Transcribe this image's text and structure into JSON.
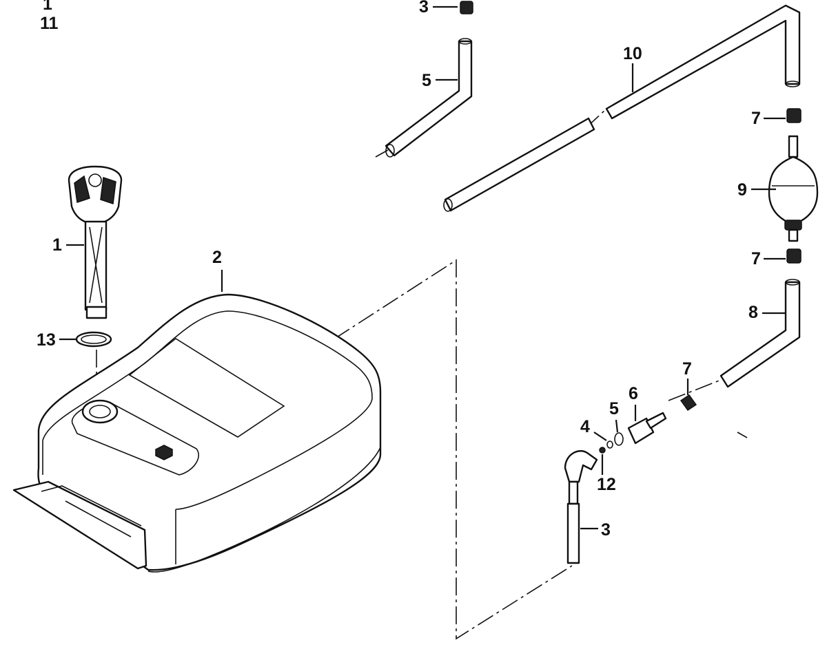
{
  "corner_labels": [
    "1",
    "11"
  ],
  "callouts": {
    "fuel_gauge": "1",
    "fuel_tank": "2",
    "fitting_top": "3",
    "fitting_bottom": "3",
    "check_valve": "4",
    "o_ring": "5",
    "hose_short": "5",
    "connector": "6",
    "clamp_upper": "7",
    "clamp_middle": "7",
    "clamp_lower": "7",
    "hose_lower": "8",
    "primer_bulb": "9",
    "hose_long": "10",
    "ball": "12",
    "gauge_seal": "13"
  },
  "colors": {
    "line": "#111111",
    "background": "#ffffff"
  }
}
